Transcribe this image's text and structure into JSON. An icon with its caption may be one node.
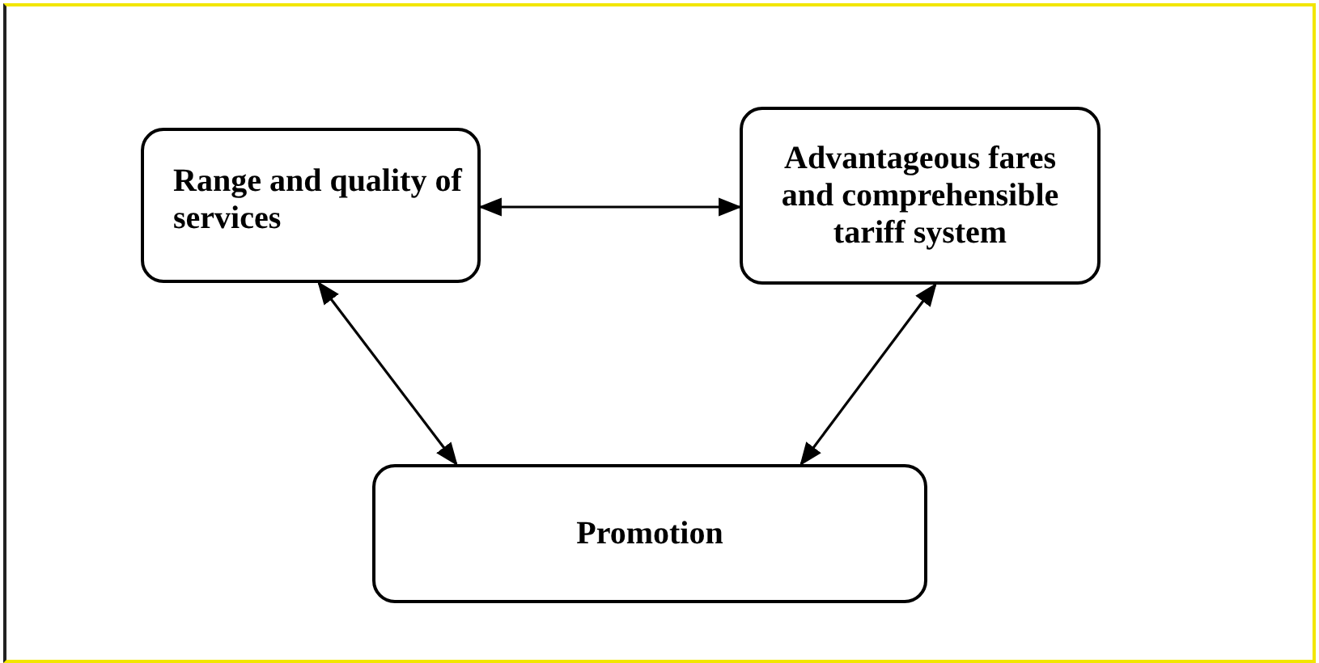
{
  "diagram": {
    "nodes": [
      {
        "text": [
          "Range and quality of services"
        ]
      },
      {
        "text": [
          "Advantageous fares and comprehensible tariff system"
        ]
      },
      {
        "text": [
          "Promotion"
        ]
      }
    ],
    "edges": [
      {
        "from": 0,
        "to": 1,
        "arrow": "both"
      },
      {
        "from": 0,
        "to": 2,
        "arrow": "both"
      },
      {
        "from": 1,
        "to": 2,
        "arrow": "both"
      }
    ]
  }
}
